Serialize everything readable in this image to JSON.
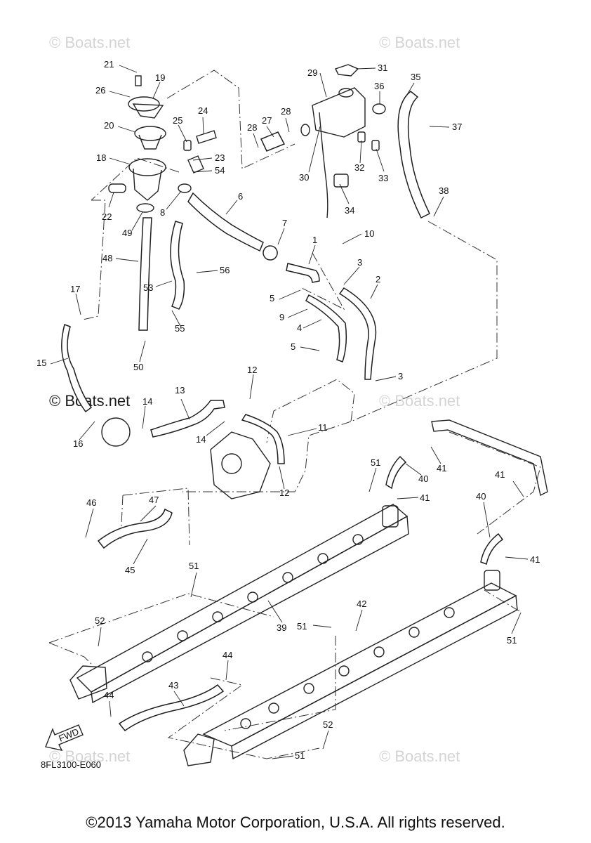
{
  "diagram": {
    "watermarks": [
      "© Boats.net",
      "© Boats.net",
      "© Boats.net",
      "© Boats.net",
      "© Boats.net",
      "© Boats.net"
    ],
    "drawing_code": "8FL3100-E060",
    "fwd_label": "FWD",
    "copyright": "©2013 Yamaha Motor Corporation, U.S.A. All rights reserved.",
    "callouts": [
      {
        "n": "21"
      },
      {
        "n": "26"
      },
      {
        "n": "19"
      },
      {
        "n": "20"
      },
      {
        "n": "25"
      },
      {
        "n": "24"
      },
      {
        "n": "18"
      },
      {
        "n": "23"
      },
      {
        "n": "54"
      },
      {
        "n": "22"
      },
      {
        "n": "8"
      },
      {
        "n": "49"
      },
      {
        "n": "6"
      },
      {
        "n": "29"
      },
      {
        "n": "31"
      },
      {
        "n": "35"
      },
      {
        "n": "36"
      },
      {
        "n": "37"
      },
      {
        "n": "27"
      },
      {
        "n": "28"
      },
      {
        "n": "28"
      },
      {
        "n": "30"
      },
      {
        "n": "32"
      },
      {
        "n": "33"
      },
      {
        "n": "34"
      },
      {
        "n": "38"
      },
      {
        "n": "7"
      },
      {
        "n": "1"
      },
      {
        "n": "10"
      },
      {
        "n": "3"
      },
      {
        "n": "2"
      },
      {
        "n": "5"
      },
      {
        "n": "9"
      },
      {
        "n": "4"
      },
      {
        "n": "5"
      },
      {
        "n": "3"
      },
      {
        "n": "48"
      },
      {
        "n": "53"
      },
      {
        "n": "56"
      },
      {
        "n": "55"
      },
      {
        "n": "50"
      },
      {
        "n": "17"
      },
      {
        "n": "15"
      },
      {
        "n": "16"
      },
      {
        "n": "14"
      },
      {
        "n": "13"
      },
      {
        "n": "14"
      },
      {
        "n": "12"
      },
      {
        "n": "11"
      },
      {
        "n": "12"
      },
      {
        "n": "51"
      },
      {
        "n": "40"
      },
      {
        "n": "41"
      },
      {
        "n": "41"
      },
      {
        "n": "46"
      },
      {
        "n": "47"
      },
      {
        "n": "45"
      },
      {
        "n": "41"
      },
      {
        "n": "40"
      },
      {
        "n": "41"
      },
      {
        "n": "51"
      },
      {
        "n": "39"
      },
      {
        "n": "52"
      },
      {
        "n": "51"
      },
      {
        "n": "42"
      },
      {
        "n": "51"
      },
      {
        "n": "44"
      },
      {
        "n": "43"
      },
      {
        "n": "44"
      },
      {
        "n": "52"
      },
      {
        "n": "51"
      }
    ]
  }
}
